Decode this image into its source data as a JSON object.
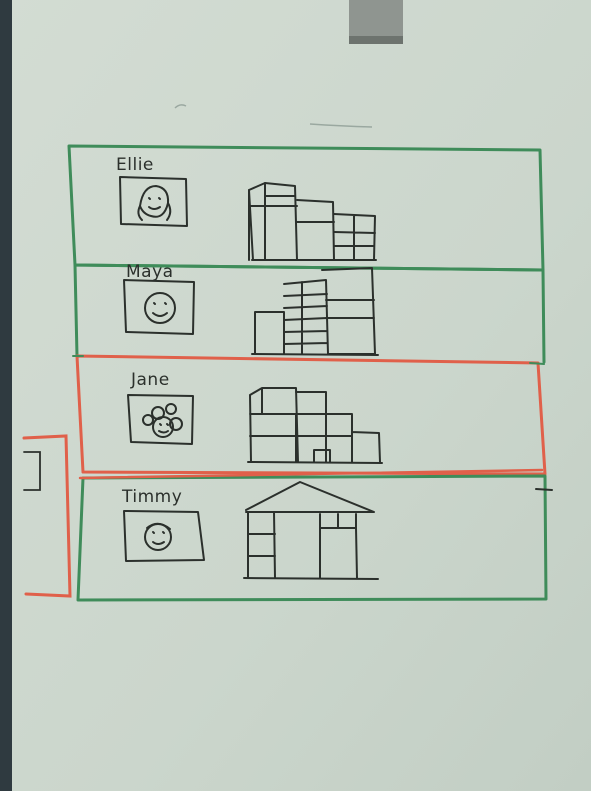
{
  "scene": "whiteboard-sketch",
  "colors": {
    "board": "#cfd9cf",
    "board_dark": "#b9c5bb",
    "frame": "#2f3a40",
    "marker_green": "#3f8c5a",
    "marker_red": "#e0604a",
    "marker_black": "#2b302c"
  },
  "rows": [
    {
      "name": "Ellie",
      "marker": "green"
    },
    {
      "name": "Maya",
      "marker": "green"
    },
    {
      "name": "Jane",
      "marker": "red"
    },
    {
      "name": "Timmy",
      "marker": "green"
    }
  ]
}
